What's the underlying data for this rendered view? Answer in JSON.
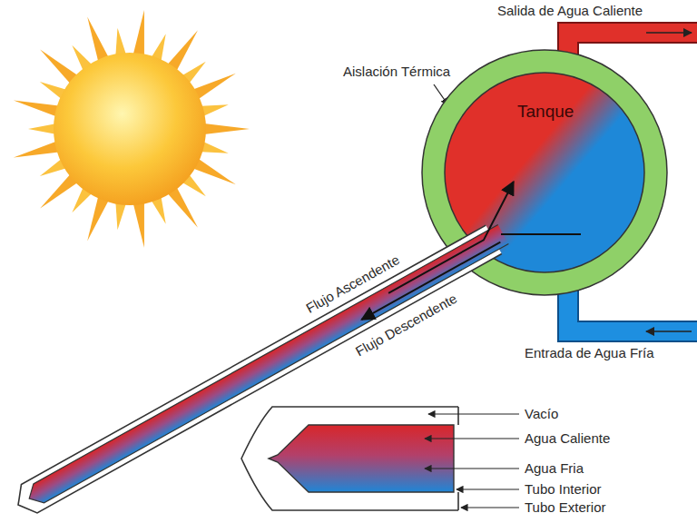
{
  "diagram": {
    "nodes": [
      {
        "text": [
          "Tanque"
        ]
      }
    ],
    "labels": [
      "Salida de Agua Caliente",
      "Aislación Térmica",
      "Flujo Ascendente",
      "Flujo Descendente",
      "Entrada de Agua Fría",
      "Vacío",
      "Agua Caliente",
      "Agua Fria",
      "Tubo Interior",
      "Tubo Exterior"
    ]
  }
}
